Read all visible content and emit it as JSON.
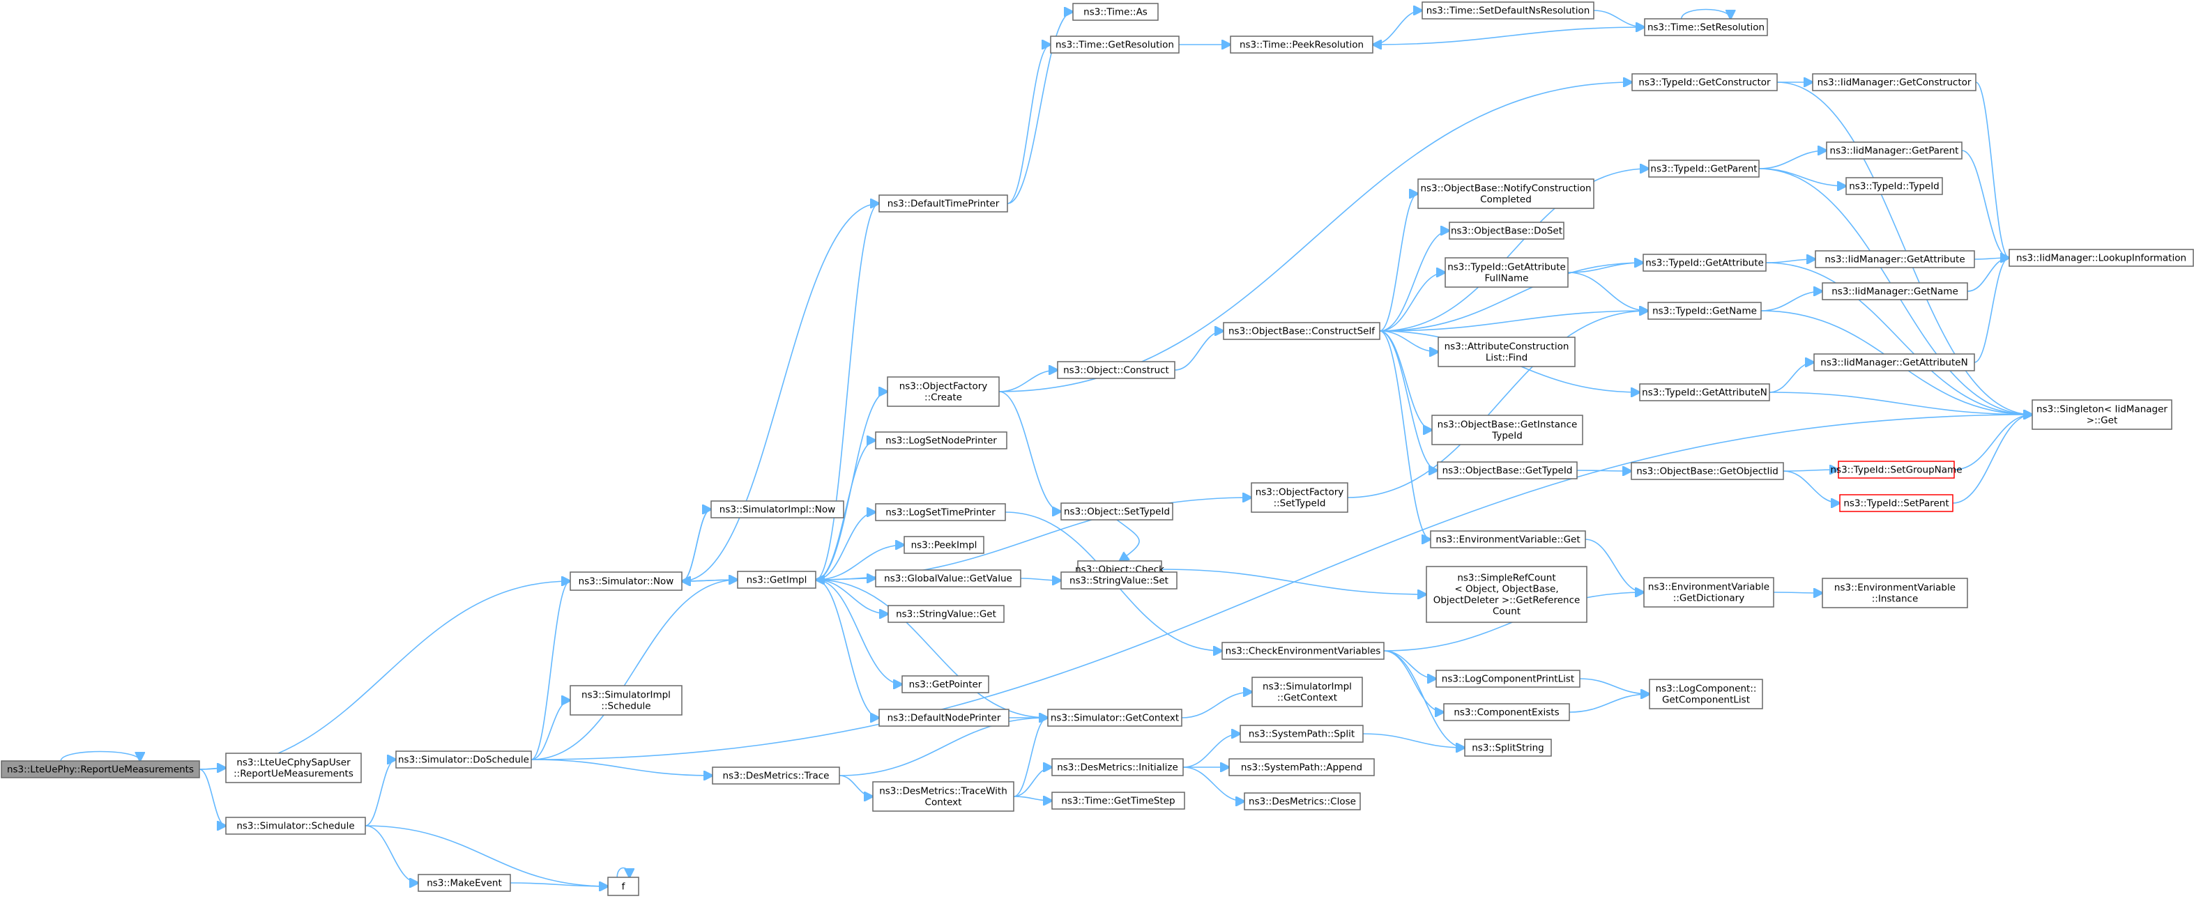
{
  "colors": {
    "edge": "#63b8ff",
    "node_border": "#666666",
    "root_fill": "#999999",
    "warning_border": "#ff0000"
  },
  "graph": {
    "nodes": [
      {
        "id": "root",
        "lines": [
          "ns3::LteUePhy::ReportUeMeasurements"
        ]
      },
      {
        "id": "sap",
        "lines": [
          "ns3::LteUeCphySapUser",
          "::ReportUeMeasurements"
        ]
      },
      {
        "id": "schedule",
        "lines": [
          "ns3::Simulator::Schedule"
        ]
      },
      {
        "id": "doschedule",
        "lines": [
          "ns3::Simulator::DoSchedule"
        ]
      },
      {
        "id": "makeevent",
        "lines": [
          "ns3::MakeEvent"
        ]
      },
      {
        "id": "f",
        "lines": [
          "f"
        ]
      },
      {
        "id": "simnow",
        "lines": [
          "ns3::Simulator::Now"
        ]
      },
      {
        "id": "implnow",
        "lines": [
          "ns3::SimulatorImpl::Now"
        ]
      },
      {
        "id": "implsched",
        "lines": [
          "ns3::SimulatorImpl",
          "::Schedule"
        ]
      },
      {
        "id": "getimpl",
        "lines": [
          "ns3::GetImpl"
        ]
      },
      {
        "id": "destrace",
        "lines": [
          "ns3::DesMetrics::Trace"
        ]
      },
      {
        "id": "dtp",
        "lines": [
          "ns3::DefaultTimePrinter"
        ]
      },
      {
        "id": "ofcreate",
        "lines": [
          "ns3::ObjectFactory",
          "::Create"
        ]
      },
      {
        "id": "lsnp",
        "lines": [
          "ns3::LogSetNodePrinter"
        ]
      },
      {
        "id": "lstp",
        "lines": [
          "ns3::LogSetTimePrinter"
        ]
      },
      {
        "id": "peekimpl",
        "lines": [
          "ns3::PeekImpl"
        ]
      },
      {
        "id": "gvget",
        "lines": [
          "ns3::GlobalValue::GetValue"
        ]
      },
      {
        "id": "svget",
        "lines": [
          "ns3::StringValue::Get"
        ]
      },
      {
        "id": "getpointer",
        "lines": [
          "ns3::GetPointer"
        ]
      },
      {
        "id": "dnp",
        "lines": [
          "ns3::DefaultNodePrinter"
        ]
      },
      {
        "id": "tracewith",
        "lines": [
          "ns3::DesMetrics::TraceWith",
          "Context"
        ]
      },
      {
        "id": "timeas",
        "lines": [
          "ns3::Time::As"
        ]
      },
      {
        "id": "timegetres",
        "lines": [
          "ns3::Time::GetResolution"
        ]
      },
      {
        "id": "objconstruct",
        "lines": [
          "ns3::Object::Construct"
        ]
      },
      {
        "id": "objsettypeid",
        "lines": [
          "ns3::Object::SetTypeId"
        ]
      },
      {
        "id": "objcheck",
        "lines": [
          "ns3::Object::Check"
        ]
      },
      {
        "id": "svset",
        "lines": [
          "ns3::StringValue::Set"
        ]
      },
      {
        "id": "simgetctx",
        "lines": [
          "ns3::Simulator::GetContext"
        ]
      },
      {
        "id": "desinit",
        "lines": [
          "ns3::DesMetrics::Initialize"
        ]
      },
      {
        "id": "gettimestep",
        "lines": [
          "ns3::Time::GetTimeStep"
        ]
      },
      {
        "id": "timepeekres",
        "lines": [
          "ns3::Time::PeekResolution"
        ]
      },
      {
        "id": "ofsettypeid",
        "lines": [
          "ns3::ObjectFactory",
          "::SetTypeId"
        ]
      },
      {
        "id": "construct",
        "lines": [
          "ns3::ObjectBase::ConstructSelf"
        ]
      },
      {
        "id": "checkenv",
        "lines": [
          "ns3::CheckEnvironmentVariables"
        ]
      },
      {
        "id": "implgetctx",
        "lines": [
          "ns3::SimulatorImpl",
          "::GetContext"
        ]
      },
      {
        "id": "splitpath",
        "lines": [
          "ns3::SystemPath::Split"
        ]
      },
      {
        "id": "append",
        "lines": [
          "ns3::SystemPath::Append"
        ]
      },
      {
        "id": "desclose",
        "lines": [
          "ns3::DesMetrics::Close"
        ]
      },
      {
        "id": "setdefaultns",
        "lines": [
          "ns3::Time::SetDefaultNsResolution"
        ]
      },
      {
        "id": "notifyconst",
        "lines": [
          "ns3::ObjectBase::NotifyConstruction",
          "Completed"
        ]
      },
      {
        "id": "doset",
        "lines": [
          "ns3::ObjectBase::DoSet"
        ]
      },
      {
        "id": "getattrfull",
        "lines": [
          "ns3::TypeId::GetAttribute",
          "FullName"
        ]
      },
      {
        "id": "attrconst",
        "lines": [
          "ns3::AttributeConstruction",
          "List::Find"
        ]
      },
      {
        "id": "getinsttypeid",
        "lines": [
          "ns3::ObjectBase::GetInstance",
          "TypeId"
        ]
      },
      {
        "id": "obgettypeid",
        "lines": [
          "ns3::ObjectBase::GetTypeId"
        ]
      },
      {
        "id": "envget",
        "lines": [
          "ns3::EnvironmentVariable::Get"
        ]
      },
      {
        "id": "srcgetref",
        "lines": [
          "ns3::SimpleRefCount",
          "< Object, ObjectBase,",
          "ObjectDeleter >::GetReference",
          "Count"
        ]
      },
      {
        "id": "logcpl",
        "lines": [
          "ns3::LogComponentPrintList"
        ]
      },
      {
        "id": "compexists",
        "lines": [
          "ns3::ComponentExists"
        ]
      },
      {
        "id": "splitstring",
        "lines": [
          "ns3::SplitString"
        ]
      },
      {
        "id": "timesetres",
        "lines": [
          "ns3::Time::SetResolution"
        ]
      },
      {
        "id": "tgetctor",
        "lines": [
          "ns3::TypeId::GetConstructor"
        ]
      },
      {
        "id": "tgetparent",
        "lines": [
          "ns3::TypeId::GetParent"
        ]
      },
      {
        "id": "tgetattr",
        "lines": [
          "ns3::TypeId::GetAttribute"
        ]
      },
      {
        "id": "tgetname",
        "lines": [
          "ns3::TypeId::GetName"
        ]
      },
      {
        "id": "tgetattrn",
        "lines": [
          "ns3::TypeId::GetAttributeN"
        ]
      },
      {
        "id": "getobjiid",
        "lines": [
          "ns3::ObjectBase::GetObjectIid"
        ]
      },
      {
        "id": "envgetdict",
        "lines": [
          "ns3::EnvironmentVariable",
          "::GetDictionary"
        ]
      },
      {
        "id": "lcgetlist",
        "lines": [
          "ns3::LogComponent::",
          "GetComponentList"
        ]
      },
      {
        "id": "iidgetctor",
        "lines": [
          "ns3::IidManager::GetConstructor"
        ]
      },
      {
        "id": "iidgetparent",
        "lines": [
          "ns3::IidManager::GetParent"
        ]
      },
      {
        "id": "typeidctor",
        "lines": [
          "ns3::TypeId::TypeId"
        ]
      },
      {
        "id": "iidgetattr",
        "lines": [
          "ns3::IidManager::GetAttribute"
        ]
      },
      {
        "id": "iidgetname",
        "lines": [
          "ns3::IidManager::GetName"
        ]
      },
      {
        "id": "iidgetattrn",
        "lines": [
          "ns3::IidManager::GetAttributeN"
        ]
      },
      {
        "id": "setgroupname",
        "lines": [
          "ns3::TypeId::SetGroupName"
        ]
      },
      {
        "id": "setparent",
        "lines": [
          "ns3::TypeId::SetParent"
        ]
      },
      {
        "id": "envinstance",
        "lines": [
          "ns3::EnvironmentVariable",
          "::Instance"
        ]
      },
      {
        "id": "lookupinfo",
        "lines": [
          "ns3::IidManager::LookupInformation"
        ]
      },
      {
        "id": "singleton",
        "lines": [
          "ns3::Singleton< IidManager",
          ">::Get"
        ]
      }
    ],
    "edges": [
      [
        "root",
        "root"
      ],
      [
        "root",
        "sap"
      ],
      [
        "root",
        "schedule"
      ],
      [
        "root",
        "simnow"
      ],
      [
        "schedule",
        "doschedule"
      ],
      [
        "schedule",
        "makeevent"
      ],
      [
        "schedule",
        "f"
      ],
      [
        "makeevent",
        "f"
      ],
      [
        "f",
        "f"
      ],
      [
        "doschedule",
        "simnow"
      ],
      [
        "doschedule",
        "implsched"
      ],
      [
        "doschedule",
        "getimpl"
      ],
      [
        "doschedule",
        "destrace"
      ],
      [
        "doschedule",
        "singleton"
      ],
      [
        "simnow",
        "implnow"
      ],
      [
        "simnow",
        "getimpl"
      ],
      [
        "implnow",
        "simnow"
      ],
      [
        "getimpl",
        "dtp"
      ],
      [
        "getimpl",
        "ofcreate"
      ],
      [
        "getimpl",
        "lsnp"
      ],
      [
        "getimpl",
        "ofsettypeid"
      ],
      [
        "getimpl",
        "lstp"
      ],
      [
        "getimpl",
        "peekimpl"
      ],
      [
        "getimpl",
        "gvget"
      ],
      [
        "getimpl",
        "svget"
      ],
      [
        "getimpl",
        "getpointer"
      ],
      [
        "getimpl",
        "dnp"
      ],
      [
        "getimpl",
        "simnow"
      ],
      [
        "destrace",
        "simgetctx"
      ],
      [
        "destrace",
        "tracewith"
      ],
      [
        "dtp",
        "timeas"
      ],
      [
        "dtp",
        "timegetres"
      ],
      [
        "dtp",
        "simnow"
      ],
      [
        "timegetres",
        "timepeekres"
      ],
      [
        "timepeekres",
        "setdefaultns"
      ],
      [
        "setdefaultns",
        "timesetres"
      ],
      [
        "timesetres",
        "timesetres"
      ],
      [
        "timesetres",
        "timepeekres"
      ],
      [
        "ofcreate",
        "tgetctor"
      ],
      [
        "ofcreate",
        "objconstruct"
      ],
      [
        "ofcreate",
        "objsettypeid"
      ],
      [
        "objconstruct",
        "construct"
      ],
      [
        "objsettypeid",
        "objcheck"
      ],
      [
        "objcheck",
        "srcgetref"
      ],
      [
        "lstp",
        "checkenv"
      ],
      [
        "dnp",
        "simgetctx"
      ],
      [
        "gvget",
        "svset"
      ],
      [
        "simgetctx",
        "getimpl"
      ],
      [
        "simgetctx",
        "implgetctx"
      ],
      [
        "tracewith",
        "simgetctx"
      ],
      [
        "tracewith",
        "desinit"
      ],
      [
        "tracewith",
        "gettimestep"
      ],
      [
        "desinit",
        "splitpath"
      ],
      [
        "desinit",
        "append"
      ],
      [
        "desinit",
        "desclose"
      ],
      [
        "splitpath",
        "splitstring"
      ],
      [
        "ofsettypeid",
        "tgetname"
      ],
      [
        "construct",
        "tgetparent"
      ],
      [
        "construct",
        "notifyconst"
      ],
      [
        "construct",
        "doset"
      ],
      [
        "construct",
        "getattrfull"
      ],
      [
        "construct",
        "tgetname"
      ],
      [
        "construct",
        "attrconst"
      ],
      [
        "construct",
        "tgetattrn"
      ],
      [
        "construct",
        "getinsttypeid"
      ],
      [
        "construct",
        "obgettypeid"
      ],
      [
        "construct",
        "envget"
      ],
      [
        "construct",
        "tgetattr"
      ],
      [
        "getattrfull",
        "tgetattr"
      ],
      [
        "getattrfull",
        "tgetname"
      ],
      [
        "obgettypeid",
        "getobjiid"
      ],
      [
        "getobjiid",
        "setgroupname"
      ],
      [
        "getobjiid",
        "setparent"
      ],
      [
        "envget",
        "envgetdict"
      ],
      [
        "envgetdict",
        "envinstance"
      ],
      [
        "checkenv",
        "envgetdict"
      ],
      [
        "checkenv",
        "logcpl"
      ],
      [
        "checkenv",
        "compexists"
      ],
      [
        "checkenv",
        "splitstring"
      ],
      [
        "logcpl",
        "lcgetlist"
      ],
      [
        "compexists",
        "lcgetlist"
      ],
      [
        "tgetctor",
        "iidgetctor"
      ],
      [
        "tgetctor",
        "singleton"
      ],
      [
        "tgetparent",
        "iidgetparent"
      ],
      [
        "tgetparent",
        "typeidctor"
      ],
      [
        "tgetparent",
        "singleton"
      ],
      [
        "tgetattr",
        "iidgetattr"
      ],
      [
        "tgetattr",
        "singleton"
      ],
      [
        "tgetname",
        "iidgetname"
      ],
      [
        "tgetname",
        "singleton"
      ],
      [
        "tgetattrn",
        "iidgetattrn"
      ],
      [
        "tgetattrn",
        "singleton"
      ],
      [
        "iidgetctor",
        "lookupinfo"
      ],
      [
        "iidgetparent",
        "lookupinfo"
      ],
      [
        "iidgetattr",
        "lookupinfo"
      ],
      [
        "iidgetname",
        "lookupinfo"
      ],
      [
        "iidgetattrn",
        "lookupinfo"
      ],
      [
        "setgroupname",
        "singleton"
      ],
      [
        "setparent",
        "singleton"
      ]
    ]
  }
}
